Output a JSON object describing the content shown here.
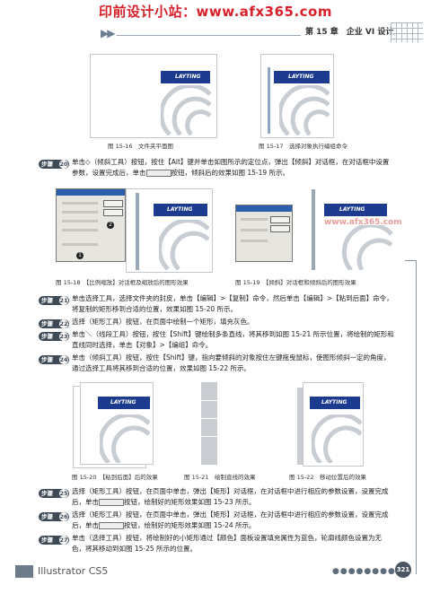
{
  "watermark": "印前设计小站：www.afx365.com",
  "header": {
    "chapter": "第 15 章　企业 VI 设计"
  },
  "logo_text": "LAYTING",
  "figures": {
    "f16": "图 15-16　文件夹平面图",
    "f17": "图 15-17　选择对象执行编组命令",
    "f18": "图 15-18　【比例缩放】对话框及缩放后的图形效果",
    "f19": "图 15-19　【倾斜】对话框和倾斜后的图形效果",
    "f20": "图 15-20　【粘到后面】后的效果",
    "f21": "图 15-21　绘制直线的效果",
    "f22": "图 15-22　移动位置后的效果"
  },
  "dialog_markers": [
    "1",
    "2"
  ],
  "side_watermark": "www.afx365.com",
  "steps": [
    {
      "label": "步骤",
      "num": "20",
      "text_a": "单击",
      "text_b": "（倾斜工具）按钮，按住【Alt】键并单击如图所示的定位点，弹出【倾斜】对话框，在对话框中设置参数，设置完成后，单击",
      "text_c": "按钮，倾斜后的效果如图 15-19 所示。"
    },
    {
      "label": "步骤",
      "num": "21",
      "text": "单击选择工具，选择文件夹的封皮，单击【编辑】>【复制】命令，然后单击【编辑】>【粘到后面】命令，将复制的矩形移到合适的位置，效果如图 15-20 所示。"
    },
    {
      "label": "步骤",
      "num": "22",
      "text": "选择（矩形工具）按钮，在页面中绘制一个矩形，填充灰色。"
    },
    {
      "label": "步骤",
      "num": "23",
      "text": "单击＼（线段工具）按钮，按住【Shift】键绘制多条直线，将其移到如图 15-21 所示位置，将绘制的矩形和直线同时选择，单击【对象】>【编组】命令。"
    },
    {
      "label": "步骤",
      "num": "24",
      "text": "单击（倾斜工具）按钮，按住【Shift】键，指向要倾斜的对象按住左键拖曳鼠标，使图形倾斜一定的角度，通过选择工具将其移到合适的位置，效果如图 15-22 所示。"
    },
    {
      "label": "步骤",
      "num": "25",
      "text_a": "选择（矩形工具）按钮，在页面中单击，弹出【矩形】对话框，在对话框中进行相应的参数设置，设置完成后，单击",
      "text_c": "按钮，绘制好的矩形效果如图 15-23 所示。"
    },
    {
      "label": "步骤",
      "num": "26",
      "text_a": "选择（矩形工具）按钮，在页面中单击，弹出【矩形】对话框，在对话框中进行相应的参数设置，设置完成后，单击",
      "text_c": "按钮，绘制好的矩形效果如图 15-24 所示。"
    },
    {
      "label": "步骤",
      "num": "27",
      "text": "单击（选择工具）按钮，将绘制好的小矩形通过【颜色】面板设置填充属性为蓝色，轮廓线颜色设置为无色，将其移动到如图 15-25 所示的位置。"
    }
  ],
  "footer": {
    "left": "Illustrator CS5",
    "page": "321"
  }
}
